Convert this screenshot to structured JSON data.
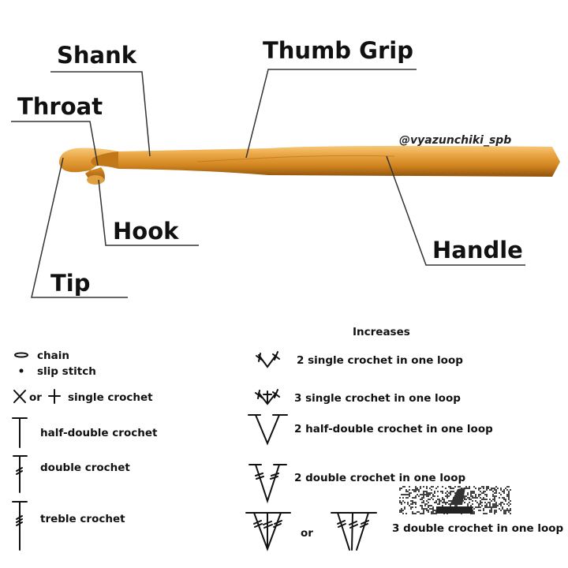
{
  "hook_diagram": {
    "labels": {
      "shank": "Shank",
      "thumb_grip": "Thumb Grip",
      "throat": "Throat",
      "hook": "Hook",
      "tip": "Tip",
      "handle": "Handle"
    },
    "watermark": "@vyazunchiki_spb",
    "colors": {
      "hook_light": "#f4b75a",
      "hook_mid": "#d98b22",
      "hook_dark": "#9c5a0e"
    }
  },
  "legend": {
    "basic": [
      {
        "symbol": "chain-icon",
        "label": "chain"
      },
      {
        "symbol": "dot-icon",
        "label": "slip stitch"
      },
      {
        "symbol": "x-or-plus-icon",
        "or": "or",
        "label": "single crochet"
      },
      {
        "symbol": "half-double-icon",
        "label": "half-double crochet"
      },
      {
        "symbol": "double-icon",
        "label": "double crochet"
      },
      {
        "symbol": "treble-icon",
        "label": "treble crochet"
      }
    ],
    "increases_title": "Increases",
    "increases": [
      {
        "symbol": "2sc-inc-icon",
        "label": "2 single crochet in one loop"
      },
      {
        "symbol": "3sc-inc-icon",
        "label": "3 single crochet in one loop"
      },
      {
        "symbol": "2hdc-inc-icon",
        "label": "2 half-double crochet in one loop"
      },
      {
        "symbol": "2dc-inc-icon",
        "label": "2 double crochet in one loop"
      },
      {
        "symbol": "3dc-inc-icon",
        "or": "or",
        "label": "3 double crochet in one loop"
      }
    ]
  }
}
